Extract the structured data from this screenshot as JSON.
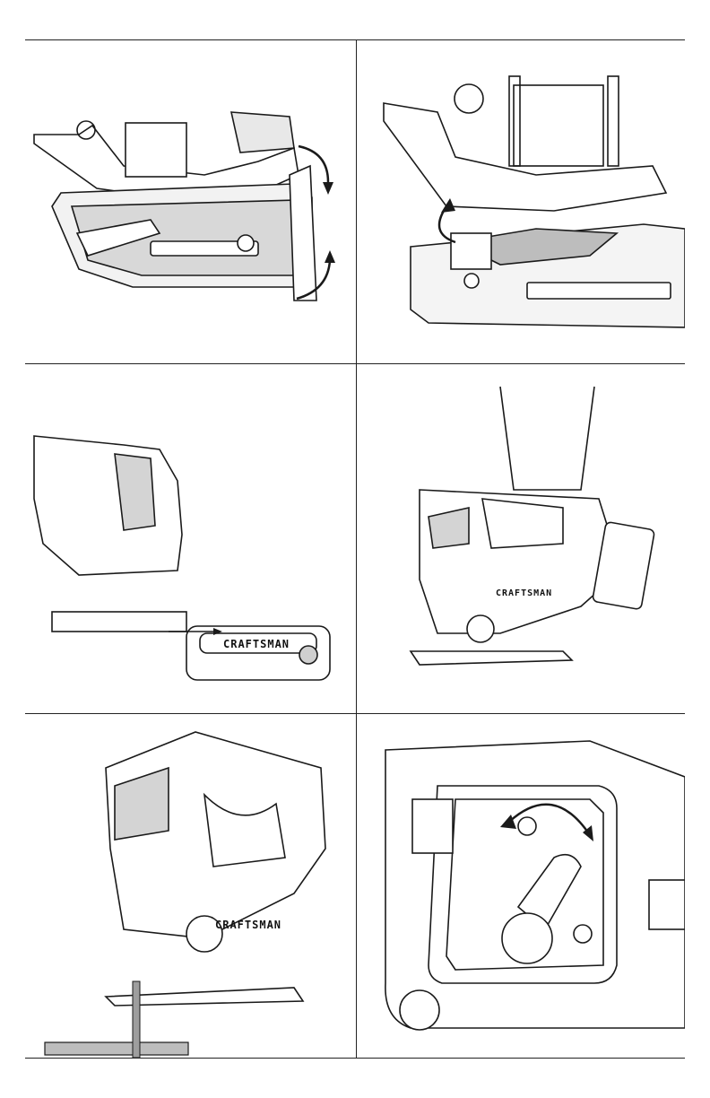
{
  "figures": {
    "a": {
      "label": "",
      "brand": ""
    },
    "b": {
      "label": "",
      "brand": ""
    },
    "c": {
      "label": "",
      "brand": "CRAFTSMAN"
    },
    "d": {
      "label": "",
      "brand": "CRAFTSMAN"
    },
    "e": {
      "label": "",
      "brand": "CRAFTSMAN"
    },
    "f": {
      "label": "",
      "brand": ""
    }
  },
  "colors": {
    "line": "#1a1a1a",
    "shade": "#cfcfcf",
    "wood": "#bdbdbd"
  }
}
